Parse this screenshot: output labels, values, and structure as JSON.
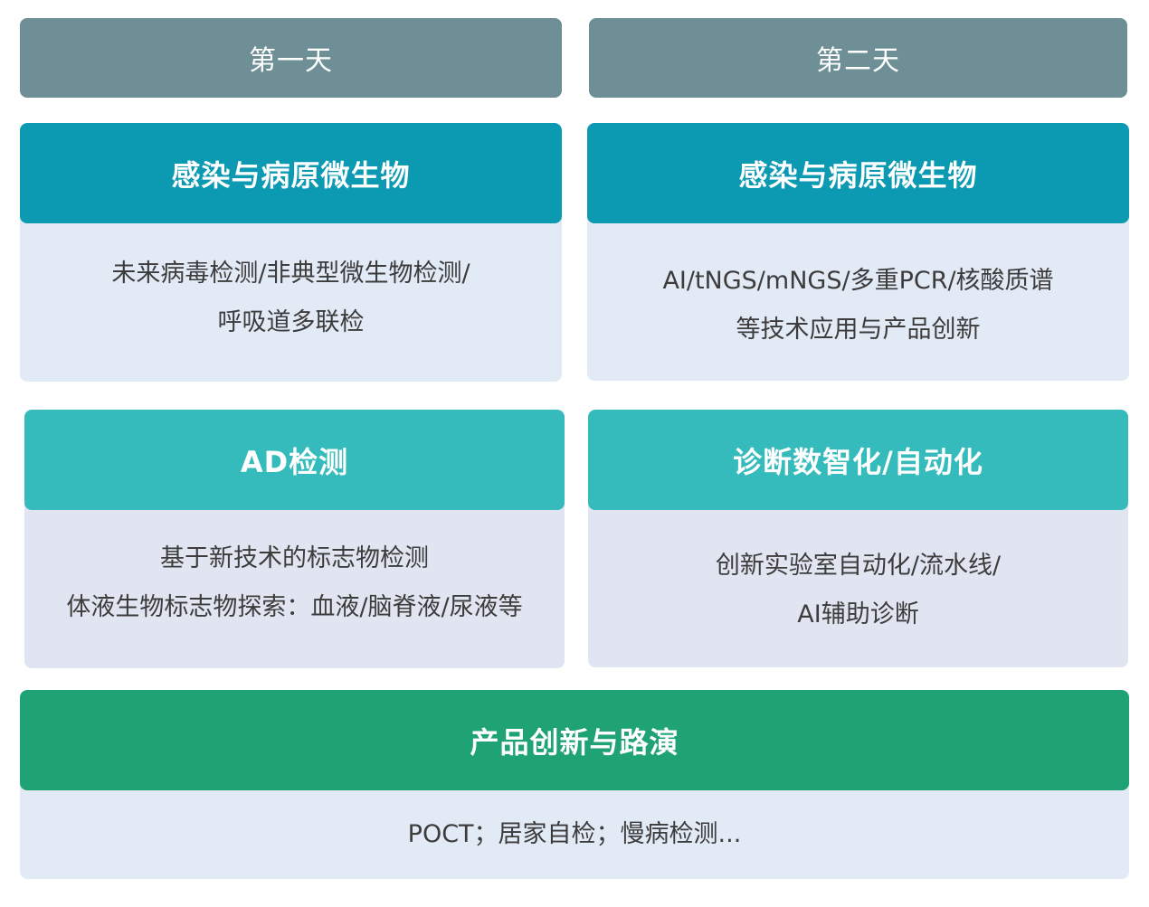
{
  "days": [
    {
      "label": "第一天"
    },
    {
      "label": "第二天"
    }
  ],
  "sections": [
    {
      "title": "感染与病原微生物",
      "lines": [
        "未来病毒检测/非典型微生物检测/",
        "呼吸道多联检"
      ],
      "header_color": "#0c9ab2"
    },
    {
      "title": "感染与病原微生物",
      "lines": [
        "AI/tNGS/mNGS/多重PCR/核酸质谱",
        "等技术应用与产品创新"
      ],
      "header_color": "#0c9ab2"
    },
    {
      "title": "AD检测",
      "lines": [
        "基于新技术的标志物检测",
        "体液生物标志物探索：血液/脑脊液/尿液等"
      ],
      "header_color": "#36bbbc"
    },
    {
      "title": "诊断数智化/自动化",
      "lines": [
        "创新实验室自动化/流水线/",
        "AI辅助诊断"
      ],
      "header_color": "#36bbbc"
    },
    {
      "title": "产品创新与路演",
      "lines": [
        "POCT；居家自检；慢病检测..."
      ],
      "header_color": "#1fa374"
    }
  ],
  "colors": {
    "day_header": "#6e8f96",
    "body_background": "#e2eaf6",
    "body_text": "#3c3c3c"
  }
}
